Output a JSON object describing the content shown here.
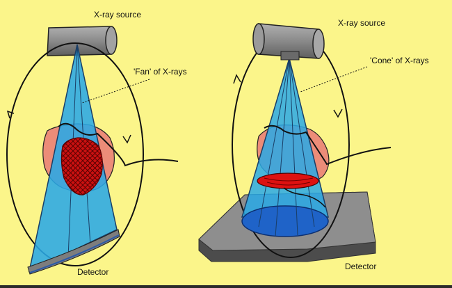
{
  "labels": {
    "fan_source": "X-ray source",
    "fan_beam": "'Fan' of X-rays",
    "fan_detector": "Detector",
    "cone_source": "X-ray source",
    "cone_beam": "'Cone' of X-rays",
    "cone_detector": "Detector"
  },
  "colors": {
    "background": "#fbf58a",
    "beam": "#29a9e6",
    "tissue": "#ec8c78",
    "lesion": "#cc1111",
    "housing": "#8a8a8a",
    "detector": "#7d7d7d"
  }
}
